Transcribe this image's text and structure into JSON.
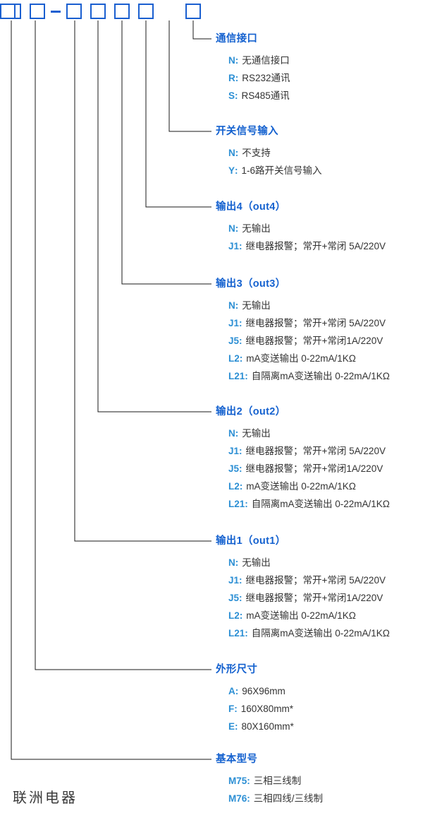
{
  "diagram": {
    "logo_text": "联洲电器",
    "code_boxes": [
      {
        "index": 1,
        "value": ""
      },
      {
        "index": 2,
        "value": ""
      },
      {
        "index": 3,
        "value": ""
      },
      {
        "index": 4,
        "value": ""
      },
      {
        "index": 5,
        "value": ""
      },
      {
        "index": 6,
        "value": ""
      },
      {
        "index": 7,
        "value": ""
      },
      {
        "index": 8,
        "value": ""
      }
    ],
    "separator": "–",
    "colors": {
      "box_border": "#1a5fd0",
      "heading": "#1461cf",
      "option_code": "#2c8fd4",
      "option_desc": "#333333",
      "leader_line": "#1a1a1a"
    },
    "sections": [
      {
        "id": "communication-interface",
        "title": "通信接口",
        "options": [
          {
            "code": "N",
            "desc": "无通信接口"
          },
          {
            "code": "R",
            "desc": "RS232通讯"
          },
          {
            "code": "S",
            "desc": "RS485通讯"
          }
        ]
      },
      {
        "id": "switch-signal-input",
        "title": "开关信号输入",
        "options": [
          {
            "code": "N",
            "desc": "不支持"
          },
          {
            "code": "Y",
            "desc": "1-6路开关信号输入"
          }
        ]
      },
      {
        "id": "output-4",
        "title": "输出4（out4）",
        "options": [
          {
            "code": "N",
            "desc": "无输出"
          },
          {
            "code": "J1",
            "desc": "继电器报警；常开+常闭 5A/220V"
          }
        ]
      },
      {
        "id": "output-3",
        "title": "输出3（out3）",
        "options": [
          {
            "code": "N",
            "desc": "无输出"
          },
          {
            "code": "J1",
            "desc": "继电器报警；常开+常闭 5A/220V"
          },
          {
            "code": "J5",
            "desc": "继电器报警；常开+常闭1A/220V"
          },
          {
            "code": "L2",
            "desc": "mA变送输出 0-22mA/1KΩ"
          },
          {
            "code": "L21",
            "desc": "自隔离mA变送输出 0-22mA/1KΩ"
          }
        ]
      },
      {
        "id": "output-2",
        "title": "输出2（out2）",
        "options": [
          {
            "code": "N",
            "desc": "无输出"
          },
          {
            "code": "J1",
            "desc": "继电器报警；常开+常闭 5A/220V"
          },
          {
            "code": "J5",
            "desc": "继电器报警；常开+常闭1A/220V"
          },
          {
            "code": "L2",
            "desc": "mA变送输出 0-22mA/1KΩ"
          },
          {
            "code": "L21",
            "desc": "自隔离mA变送输出 0-22mA/1KΩ"
          }
        ]
      },
      {
        "id": "output-1",
        "title": "输出1（out1）",
        "options": [
          {
            "code": "N",
            "desc": "无输出"
          },
          {
            "code": "J1",
            "desc": "继电器报警；常开+常闭 5A/220V"
          },
          {
            "code": "J5",
            "desc": "继电器报警；常开+常闭1A/220V"
          },
          {
            "code": "L2",
            "desc": "mA变送输出 0-22mA/1KΩ"
          },
          {
            "code": "L21",
            "desc": "自隔离mA变送输出 0-22mA/1KΩ"
          }
        ]
      },
      {
        "id": "dimensions",
        "title": "外形尺寸",
        "options": [
          {
            "code": "A",
            "desc": "96X96mm"
          },
          {
            "code": "F",
            "desc": "160X80mm*"
          },
          {
            "code": "E",
            "desc": "80X160mm*"
          }
        ]
      },
      {
        "id": "basic-model",
        "title": "基本型号",
        "options": [
          {
            "code": "M75",
            "desc": "三相三线制"
          },
          {
            "code": "M76",
            "desc": "三相四线/三线制"
          }
        ]
      }
    ]
  }
}
